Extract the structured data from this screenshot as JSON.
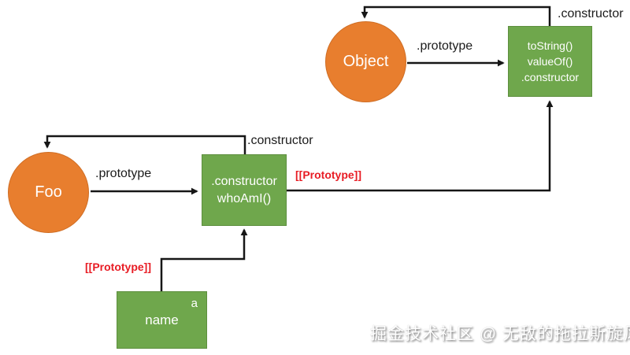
{
  "colors": {
    "orange": "#e87e2e",
    "orange-border": "#cf6d24",
    "green": "#6fa74c",
    "green-border": "#5d8f3e",
    "line": "#161616",
    "red": "#e81c24",
    "label": "#1b1b1b"
  },
  "nodes": {
    "object_circle": {
      "label": "Object"
    },
    "foo_circle": {
      "label": "Foo"
    },
    "object_proto_box": {
      "lines": [
        "toString()",
        "valueOf()",
        ".constructor"
      ]
    },
    "foo_proto_box": {
      "lines": [
        ".constructor",
        "whoAmI()"
      ]
    },
    "instance_box": {
      "label": "name",
      "corner_label": "a"
    }
  },
  "edge_labels": {
    "constructor_top": ".constructor",
    "prototype_top": ".prototype",
    "constructor_mid": ".constructor",
    "prototype_mid": ".prototype",
    "prototype_internal_mid": "[[Prototype]]",
    "prototype_internal_bottom": "[[Prototype]]"
  },
  "watermark": "掘金技术社区 @ 无敌的拖拉斯旋风"
}
